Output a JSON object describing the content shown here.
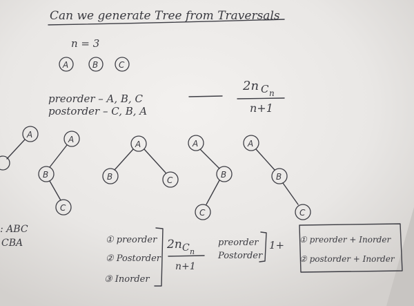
{
  "title": "Can we generate Tree from Traversals",
  "n_label": "n = 3",
  "nodes": [
    "A",
    "B",
    "C"
  ],
  "preorder_line": "preorder – A, B, C",
  "postorder_line": "postorder – C, B, A",
  "formula": {
    "numerator": "2n",
    "sub": "C",
    "sub2": "n",
    "denominator": "n+1"
  },
  "left_partial": {
    "line1": ": ABC",
    "line2": "CBA"
  },
  "group1": {
    "item1": "① preorder",
    "item2": "② Postorder",
    "item3": "③ Inorder",
    "numerator": "2n",
    "sub": "C",
    "sub2": "n",
    "denominator": "n+1"
  },
  "group2": {
    "item1": "preorder",
    "item2": "Postorder",
    "value": "1+"
  },
  "group3": {
    "item1": "① preorder + Inorder",
    "item2": "② postorder + Inorder"
  }
}
